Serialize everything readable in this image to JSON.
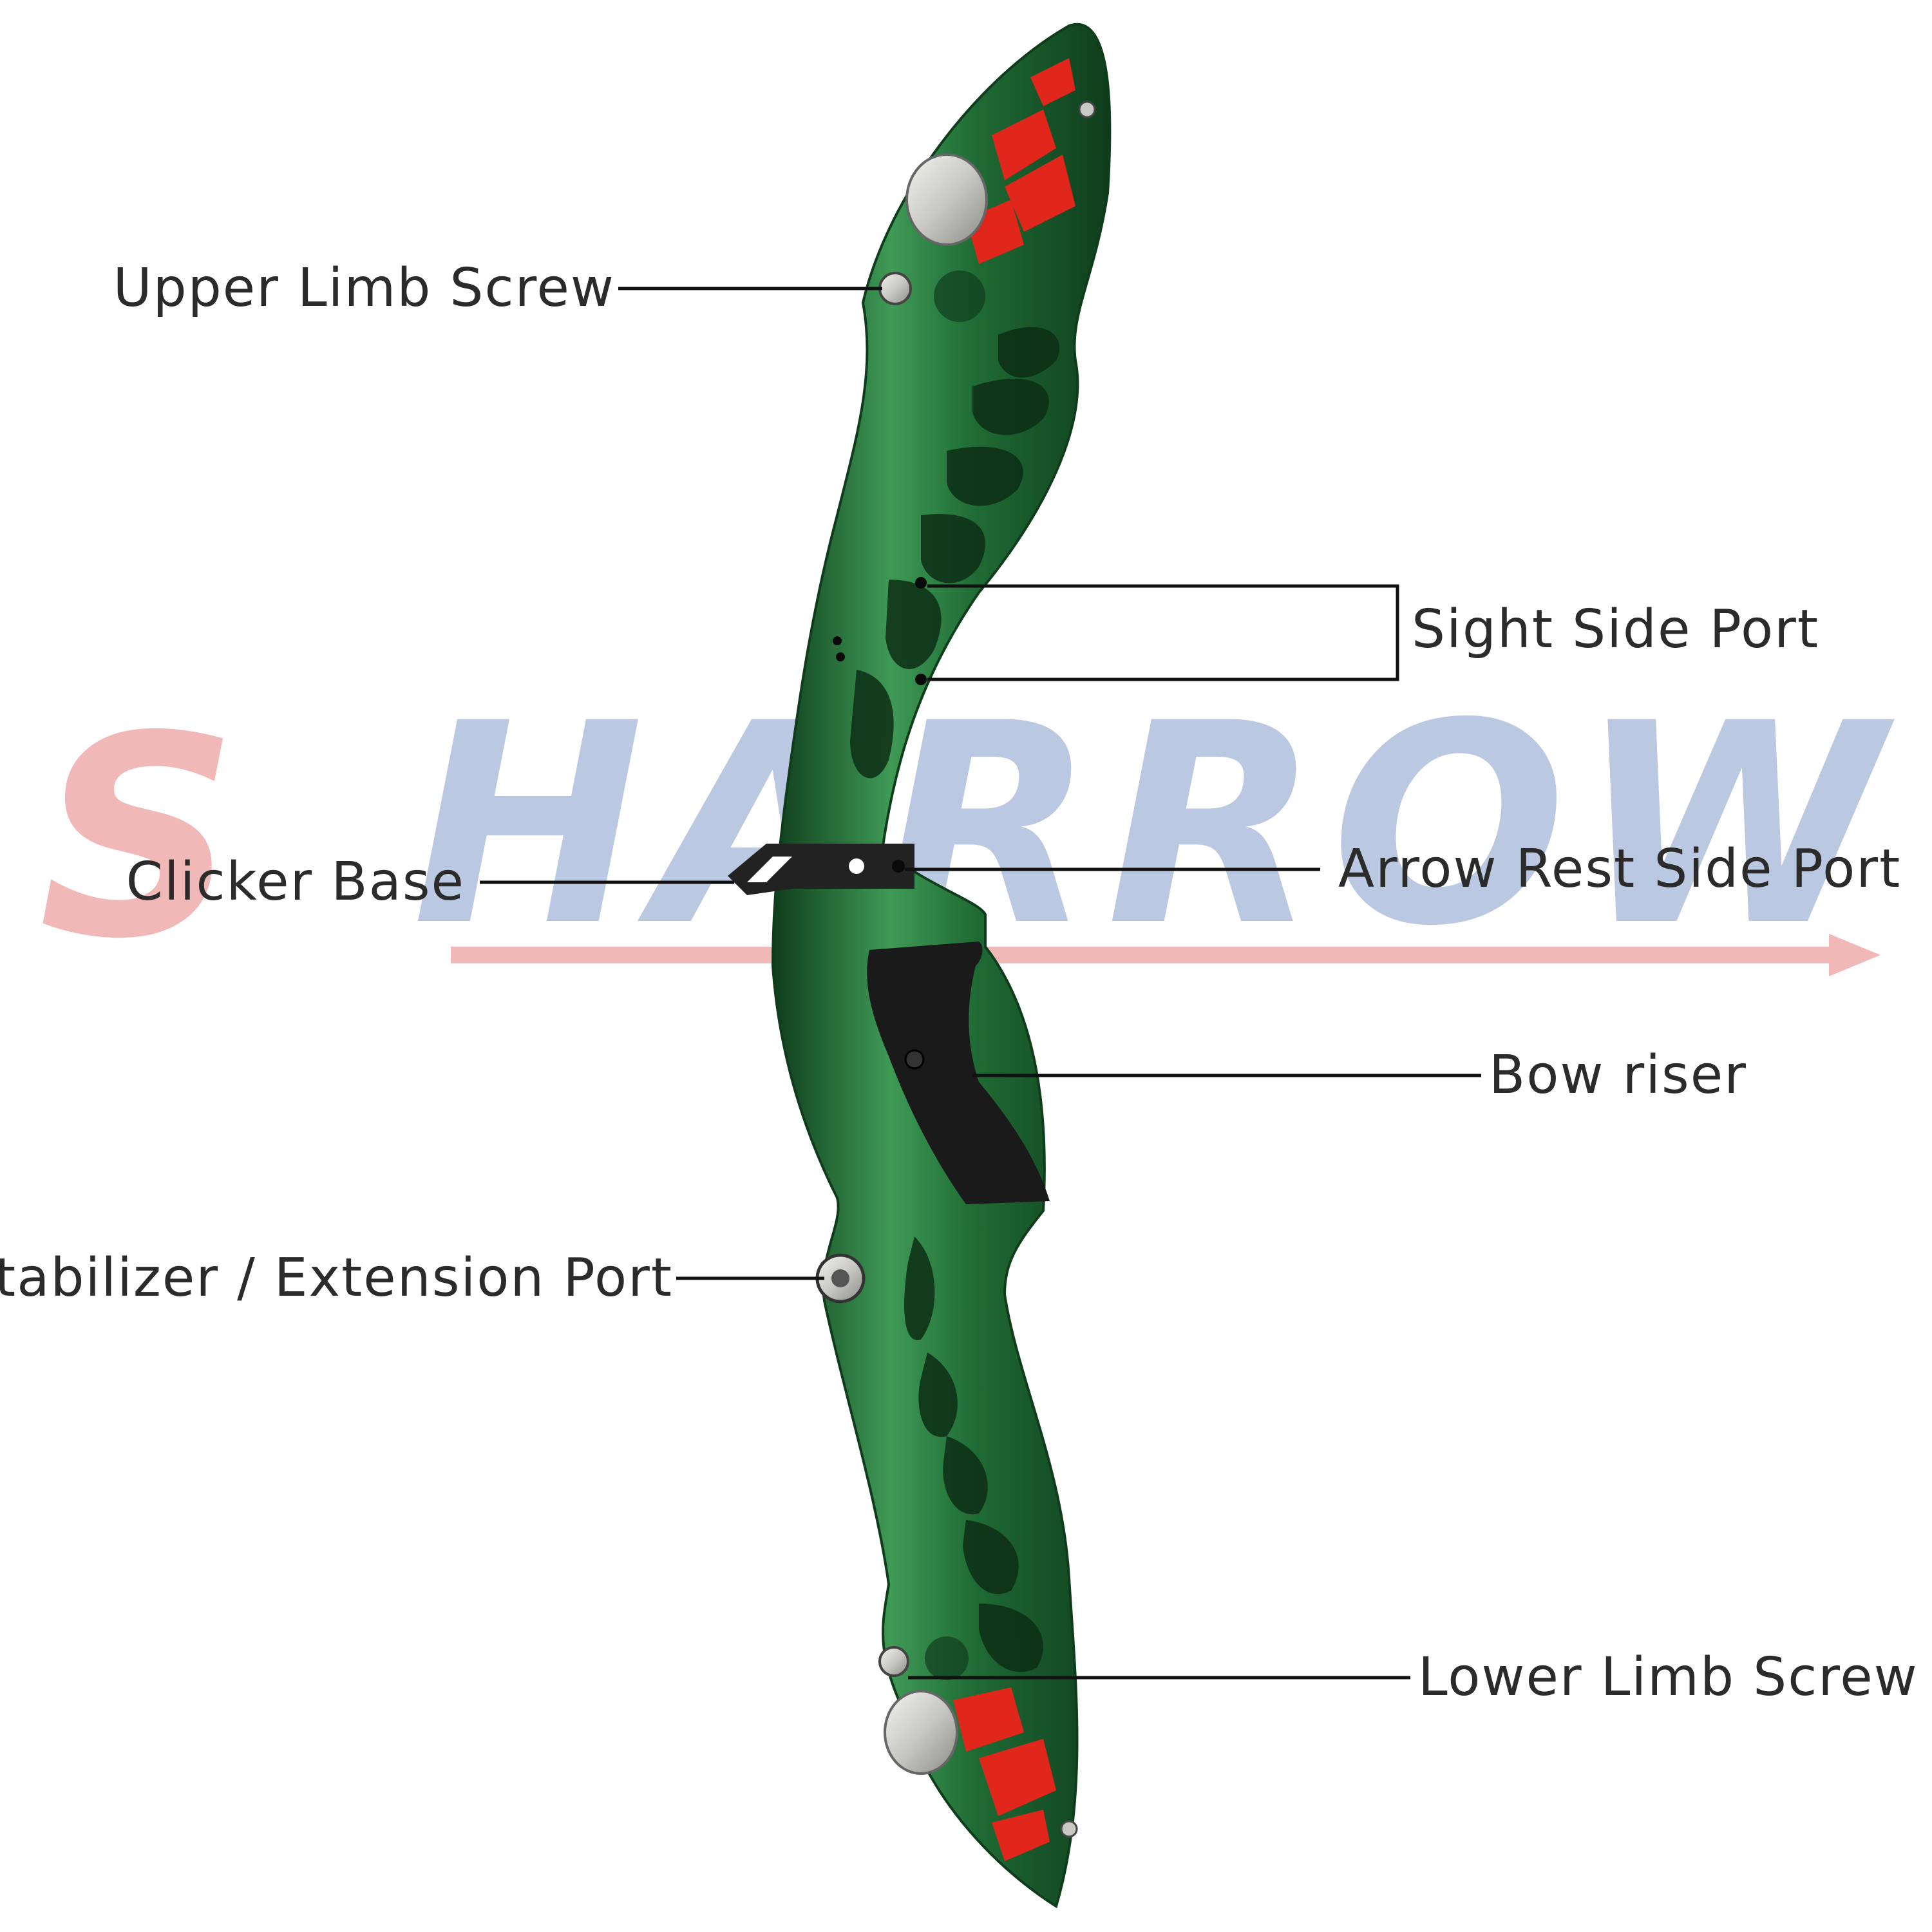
{
  "watermark": {
    "first_letter": "S",
    "rest": "HARROW",
    "first_color": "#e88a8a",
    "rest_color": "#8fa4cf"
  },
  "colors": {
    "riser_green": "#1f6b34",
    "riser_dark": "#0f3d1c",
    "riser_light": "#3f9a56",
    "insert_red": "#e1261c",
    "grip_black": "#1a1a1a",
    "bushing_silver": "#c9c9c4"
  },
  "labels": {
    "upper_limb_screw": "Upper Limb Screw",
    "sight_side_port": "Sight Side Port",
    "clicker_base": "Clicker Base",
    "arrow_rest_side_port": "Arrow Rest Side Port",
    "bow_riser": "Bow riser",
    "stabilizer_port": "Stabilizer / Extension Port",
    "lower_limb_screw": "Lower Limb Screw"
  }
}
